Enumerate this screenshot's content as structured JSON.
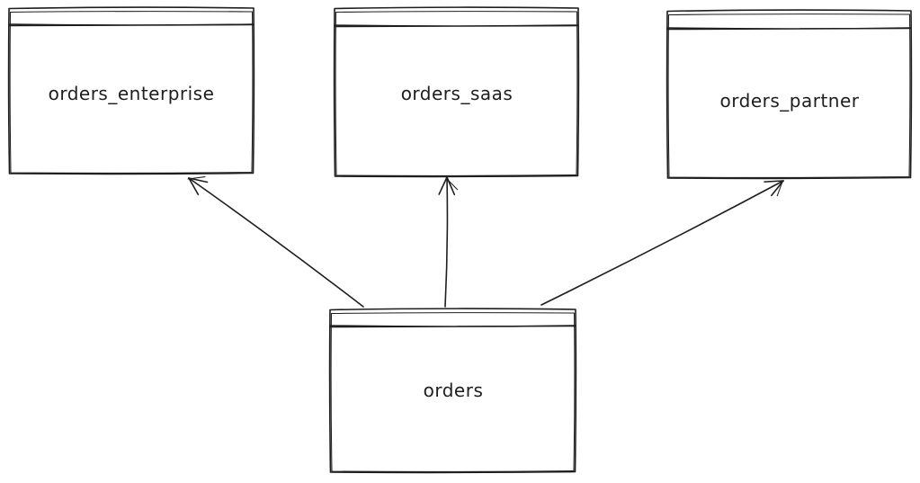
{
  "diagram": {
    "style": "hand-drawn-sketch",
    "background_color": "#ffffff",
    "stroke_color": "#1e1e1e",
    "nodes": [
      {
        "id": "orders_enterprise",
        "label": "orders_enterprise",
        "shape": "window-box-with-title-bar",
        "position": "top-left"
      },
      {
        "id": "orders_saas",
        "label": "orders_saas",
        "shape": "window-box-with-title-bar",
        "position": "top-center"
      },
      {
        "id": "orders_partner",
        "label": "orders_partner",
        "shape": "window-box-with-title-bar",
        "position": "top-right"
      },
      {
        "id": "orders",
        "label": "orders",
        "shape": "window-box-with-title-bar",
        "position": "bottom-center"
      }
    ],
    "edges": [
      {
        "from": "orders",
        "to": "orders_enterprise",
        "arrowhead": "open-v"
      },
      {
        "from": "orders",
        "to": "orders_saas",
        "arrowhead": "open-v"
      },
      {
        "from": "orders",
        "to": "orders_partner",
        "arrowhead": "open-v"
      }
    ]
  }
}
